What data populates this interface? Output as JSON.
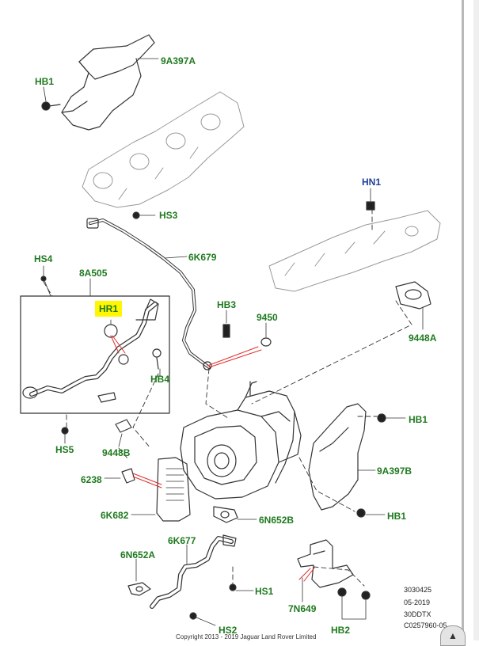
{
  "labels": [
    {
      "id": "9A397A-top",
      "text": "9A397A",
      "color": "green"
    },
    {
      "id": "HB1-top",
      "text": "HB1",
      "color": "green"
    },
    {
      "id": "HS3",
      "text": "HS3",
      "color": "green"
    },
    {
      "id": "HN1",
      "text": "HN1",
      "color": "blue"
    },
    {
      "id": "6K679",
      "text": "6K679",
      "color": "green"
    },
    {
      "id": "HS4",
      "text": "HS4",
      "color": "green"
    },
    {
      "id": "8A505",
      "text": "8A505",
      "color": "green"
    },
    {
      "id": "HR1",
      "text": "HR1",
      "color": "green"
    },
    {
      "id": "HB3",
      "text": "HB3",
      "color": "green"
    },
    {
      "id": "9450",
      "text": "9450",
      "color": "green"
    },
    {
      "id": "9448A",
      "text": "9448A",
      "color": "green"
    },
    {
      "id": "HB4",
      "text": "HB4",
      "color": "green"
    },
    {
      "id": "HB1-right",
      "text": "HB1",
      "color": "green"
    },
    {
      "id": "HS5",
      "text": "HS5",
      "color": "green"
    },
    {
      "id": "9448B",
      "text": "9448B",
      "color": "green"
    },
    {
      "id": "9A397B",
      "text": "9A397B",
      "color": "green"
    },
    {
      "id": "6238",
      "text": "6238",
      "color": "green"
    },
    {
      "id": "6K682",
      "text": "6K682",
      "color": "green"
    },
    {
      "id": "HB1-lower",
      "text": "HB1",
      "color": "green"
    },
    {
      "id": "6N652B",
      "text": "6N652B",
      "color": "green"
    },
    {
      "id": "6K677",
      "text": "6K677",
      "color": "green"
    },
    {
      "id": "6N652A",
      "text": "6N652A",
      "color": "green"
    },
    {
      "id": "HS1",
      "text": "HS1",
      "color": "green"
    },
    {
      "id": "7N649",
      "text": "7N649",
      "color": "green"
    },
    {
      "id": "HS2",
      "text": "HS2",
      "color": "green"
    },
    {
      "id": "HB2",
      "text": "HB2",
      "color": "green"
    }
  ],
  "meta": {
    "line1": "3030425",
    "line2": "05-2019",
    "line3": "30DDTX",
    "line4": "C0257960-05"
  },
  "copyright": "Copyright 2013 - 2019 Jaguar Land Rover Limited",
  "colors": {
    "label_green": "#1f7a1f",
    "label_blue": "#1f3f9a",
    "highlight": "#fff600",
    "leader_red": "#e0302e"
  }
}
